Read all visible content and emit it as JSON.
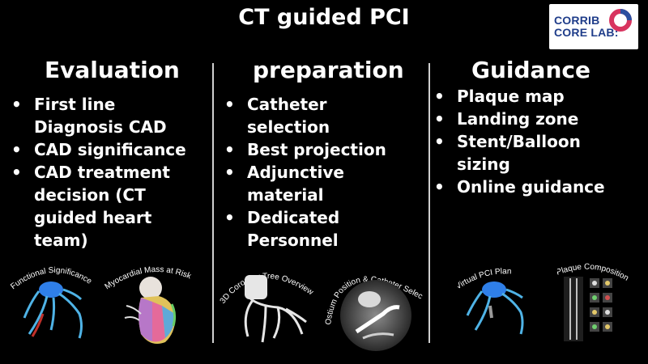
{
  "title": "CT guided PCI",
  "logo": {
    "line1": "CORRIB",
    "line2": "CORE LAB:"
  },
  "columns": [
    {
      "heading": "Evaluation",
      "items": [
        "First line Diagnosis CAD",
        "CAD significance",
        "CAD treatment decision (CT guided heart team)"
      ]
    },
    {
      "heading": "preparation",
      "items": [
        "Catheter selection",
        "Best projection",
        "Adjunctive material",
        "Dedicated Personnel"
      ]
    },
    {
      "heading": "Guidance",
      "items": [
        "Plaque map",
        "Landing zone",
        "Stent/Balloon sizing",
        "Online guidance"
      ]
    }
  ],
  "images": {
    "functional": "Functional Significance",
    "myocardial": "Myocardial Mass at Risk",
    "tree": "3D Coronary Tree Overview",
    "ostium": "Ostium Position & Catheter Selection",
    "virtual": "Virtual PCI Plan",
    "plaque": "Plaque Composition"
  }
}
